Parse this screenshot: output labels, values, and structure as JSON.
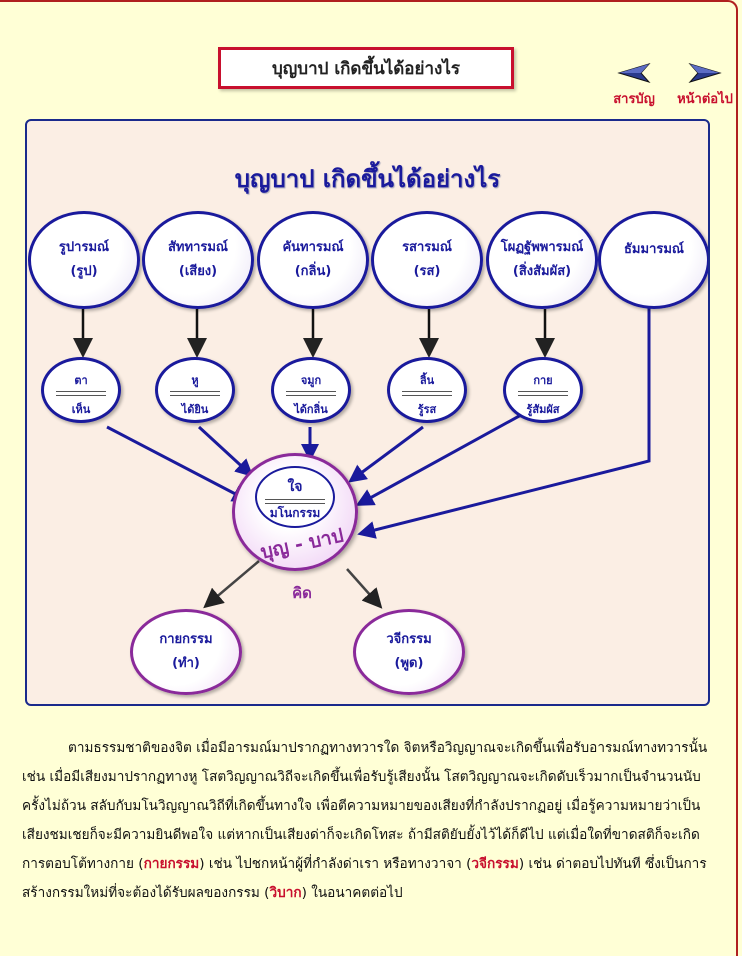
{
  "page_title": "บุญบาป เกิดขึ้นได้อย่างไร",
  "nav": {
    "prev_label": "สารบัญ",
    "next_label": "หน้าต่อไป",
    "prev_icon": "arrow-left-icon",
    "next_icon": "arrow-right-icon"
  },
  "diagram": {
    "title": "บุญบาป  เกิดขึ้นได้อย่างไร",
    "objects": [
      {
        "name": "รูปารมณ์",
        "sub": "(รูป)"
      },
      {
        "name": "สัททารมณ์",
        "sub": "(เสียง)"
      },
      {
        "name": "คันทารมณ์",
        "sub": "(กลิ่น)"
      },
      {
        "name": "รสารมณ์",
        "sub": "(รส)"
      },
      {
        "name": "โผฏฐัพพารมณ์",
        "sub": "(สิ่งสัมผัส)"
      },
      {
        "name": "ธัมมารมณ์",
        "sub": ""
      }
    ],
    "senses": [
      {
        "organ": "ตา",
        "act": "เห็น"
      },
      {
        "organ": "หู",
        "act": "ได้ยิน"
      },
      {
        "organ": "จมูก",
        "act": "ได้กลิ่น"
      },
      {
        "organ": "ลิ้น",
        "act": "รู้รส"
      },
      {
        "organ": "กาย",
        "act": "รู้สัมผัส"
      }
    ],
    "mind": {
      "top": "ใจ",
      "bottom": "มโนกรรม",
      "ring": "บุญ - บาป",
      "below": "คิด"
    },
    "outputs": [
      {
        "name": "กายกรรม",
        "sub": "(ทำ)"
      },
      {
        "name": "วจีกรรม",
        "sub": "(พูด)"
      }
    ]
  },
  "paragraph": {
    "p1": "ตามธรรมชาติของจิต เมื่อมีอารมณ์มาปรากฏทางทวารใด จิตหรือวิญญาณจะเกิดขึ้นเพื่อรับอารมณ์ทางทวารนั้น เช่น เมื่อมีเสียงมาปรากฏทางหู โสตวิญญาณวิถีจะเกิดขึ้นเพื่อรับรู้เสียงนั้น โสตวิญญาณจะเกิดดับเร็วมากเป็นจำนวนนับครั้งไม่ถ้วน สลับกับมโนวิญญาณวิถีที่เกิดขึ้นทางใจ เพื่อตีความหมายของเสียงที่กำลังปรากฏอยู่ เมื่อรู้ความหมายว่าเป็นเสียงชมเชยก็จะมีความยินดีพอใจ แต่หากเป็นเสียงด่าก็จะเกิดโทสะ ถ้ามีสติยับยั้งไว้ได้ก็ดีไป แต่เมื่อใดที่ขาดสติก็จะเกิดการตอบโต้ทางกาย (",
    "hl1": "กายกรรม",
    "p2": ") เช่น ไปชกหน้าผู้ที่กำลังด่าเรา หรือทางวาจา (",
    "hl2": "วจีกรรม",
    "p3": ") เช่น ด่าตอบไปทันที ซึ่งเป็นการสร้างกรรมใหม่ที่จะต้องได้รับผลของกรรม (",
    "hl3": "วิบาก",
    "p4": ") ในอนาคตต่อไป"
  },
  "colors": {
    "background": "#ffffd6",
    "diagram_bg": "#fbeee4",
    "navy": "#1a1a9c",
    "purple": "#8a2a9a",
    "red": "#c8102e"
  }
}
